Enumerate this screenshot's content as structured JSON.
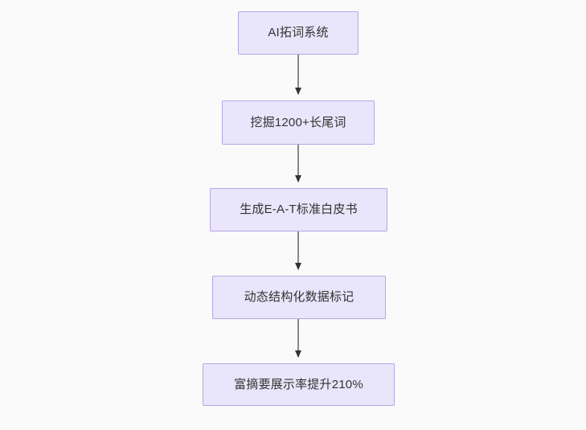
{
  "diagram": {
    "type": "flowchart",
    "direction": "top-to-bottom",
    "background_color": "#fafafa",
    "node_fill_color": "#e9e5fa",
    "node_border_color": "#b9a5e3",
    "node_text_color": "#333333",
    "edge_line_color": "#888888",
    "edge_arrow_color": "#333333",
    "nodes": [
      {
        "id": "n0",
        "label": "AI拓词系统"
      },
      {
        "id": "n1",
        "label": "挖掘1200+长尾词"
      },
      {
        "id": "n2",
        "label": "生成E-A-T标准白皮书"
      },
      {
        "id": "n3",
        "label": "动态结构化数据标记"
      },
      {
        "id": "n4",
        "label": "富摘要展示率提升210%"
      }
    ],
    "edges": [
      {
        "from": "n0",
        "to": "n1",
        "label": ""
      },
      {
        "from": "n1",
        "to": "n2",
        "label": ""
      },
      {
        "from": "n2",
        "to": "n3",
        "label": ""
      },
      {
        "from": "n3",
        "to": "n4",
        "label": ""
      }
    ]
  }
}
